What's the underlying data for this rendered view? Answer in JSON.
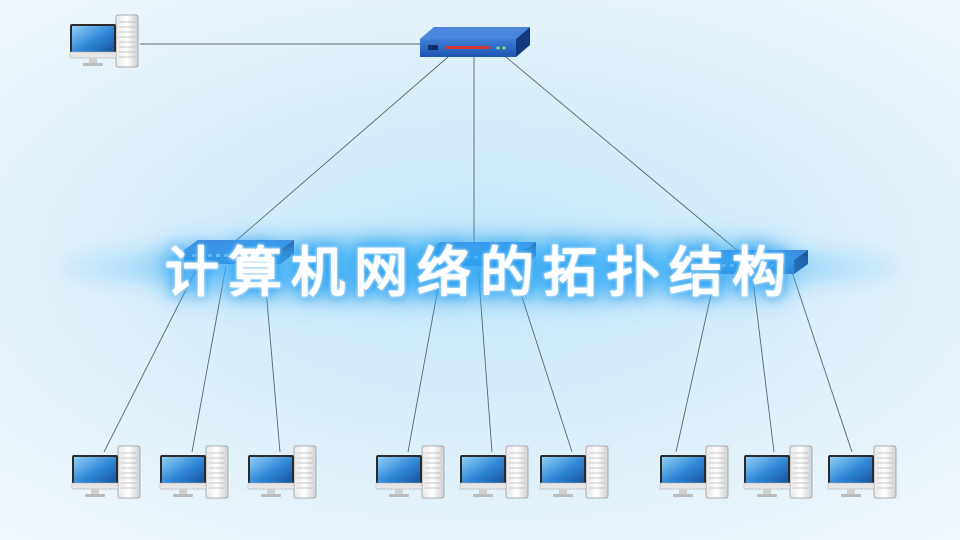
{
  "title": "计算机网络的拓扑结构",
  "topology": {
    "core_device": "router",
    "switches": [
      "switch",
      "switch",
      "switch"
    ],
    "computers_per_switch": 3,
    "computers_on_core": 1
  },
  "colors": {
    "device_blue": "#1e55b0",
    "device_dark": "#123a80",
    "link_line": "#5a6670",
    "title_glow": "#2a9ef0"
  }
}
